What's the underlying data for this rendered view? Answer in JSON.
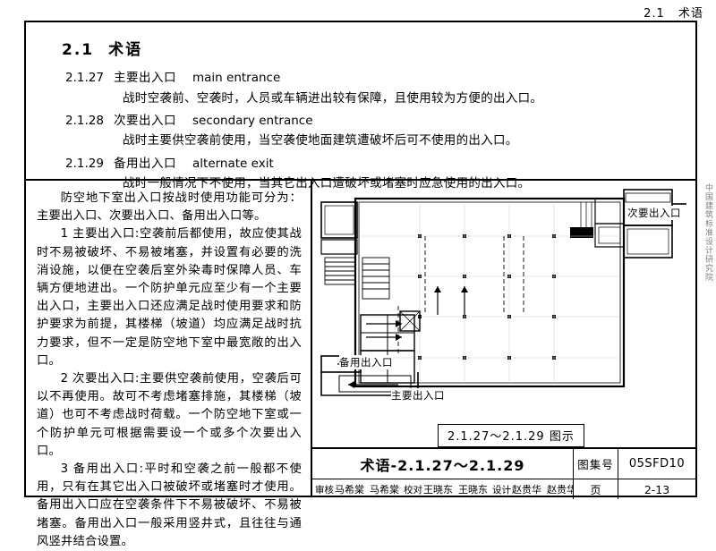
{
  "running_header": {
    "number": "2.1",
    "text": "术语"
  },
  "section": {
    "number": "2.1",
    "title": "术语"
  },
  "terms": [
    {
      "no": "2.1.27",
      "cn": "主要出入口",
      "en": "main entrance",
      "desc": "战时空袭前、空袭时，人员或车辆进出较有保障，且使用较为方便的出入口。"
    },
    {
      "no": "2.1.28",
      "cn": "次要出入口",
      "en": "secondary entrance",
      "desc": "战时主要供空袭前使用，当空袭使地面建筑遭破坏后可不使用的出入口。"
    },
    {
      "no": "2.1.29",
      "cn": "备用出入口",
      "en": "alternate exit",
      "desc": "战时一般情况下不使用，当其它出入口遭破坏或堵塞时应急使用的出入口。"
    }
  ],
  "body_paragraphs": [
    "防空地下室出入口按战时使用功能可分为：主要出入口、次要出入口、备用出入口等。",
    "1 主要出入口:空袭前后都使用，故应使其战时不易被破坏、不易被堵塞，并设置有必要的洗消设施，以便在空袭后室外染毒时保障人员、车辆方便地进出。一个防护单元应至少有一个主要出入口，主要出入口还应满足战时使用要求和防护要求为前提，其楼梯（坡道）均应满足战时抗力要求，但不一定是防空地下室中最宽敞的出入口。",
    "2 次要出入口:主要供空袭前使用，空袭后可以不再使用。故可不考虑堵塞排施，其楼梯（坡道）也可不考虑战时荷载。一个防空地下室或一个防护单元可根据需要设一个或多个次要出入口。",
    "3 备用出入口:平时和空袭之前一般都不使用，只有在其它出入口被破坏或堵塞时才使用。备用出入口应在空袭条件下不易被破坏、不易被堵塞。备用出入口一般采用竖井式，且往往与通风竖井结合设置。"
  ],
  "figure": {
    "caption": "2.1.27～2.1.29 图示",
    "labels": [
      {
        "text": "次要出入口"
      },
      {
        "text": "备用出入口"
      },
      {
        "text": "主要出入口"
      }
    ]
  },
  "title_block": {
    "title": "术语-2.1.27～2.1.29",
    "atlas_label": "图集号",
    "atlas_number": "05SFD10",
    "page_label": "页",
    "page_number": "2-13",
    "signatures": [
      {
        "role": "审核",
        "name": "马希棠"
      },
      {
        "role": "",
        "name": "马希棠"
      },
      {
        "role": "校对",
        "name": "王晓东"
      },
      {
        "role": "",
        "name": "王晓东"
      },
      {
        "role": "设计",
        "name": "赵贵华"
      },
      {
        "role": "",
        "name": "赵贵华"
      }
    ]
  },
  "side_watermark": "中国建筑标准设计研究院"
}
